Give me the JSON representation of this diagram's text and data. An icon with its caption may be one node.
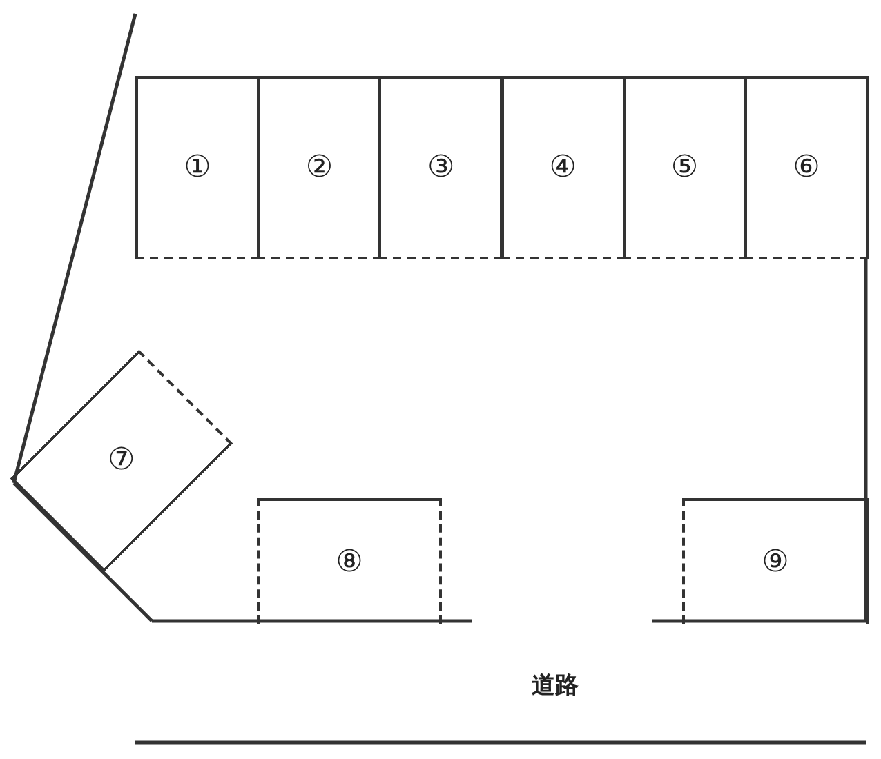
{
  "diagram": {
    "nodes": [
      {
        "text": [
          "①"
        ]
      },
      {
        "text": [
          "②"
        ]
      },
      {
        "text": [
          "③"
        ]
      },
      {
        "text": [
          "④"
        ]
      },
      {
        "text": [
          "⑤"
        ]
      },
      {
        "text": [
          "⑥"
        ]
      },
      {
        "text": [
          "⑦"
        ]
      },
      {
        "text": [
          "⑧"
        ]
      },
      {
        "text": [
          "⑨"
        ]
      }
    ],
    "labels": [
      "道路"
    ]
  }
}
